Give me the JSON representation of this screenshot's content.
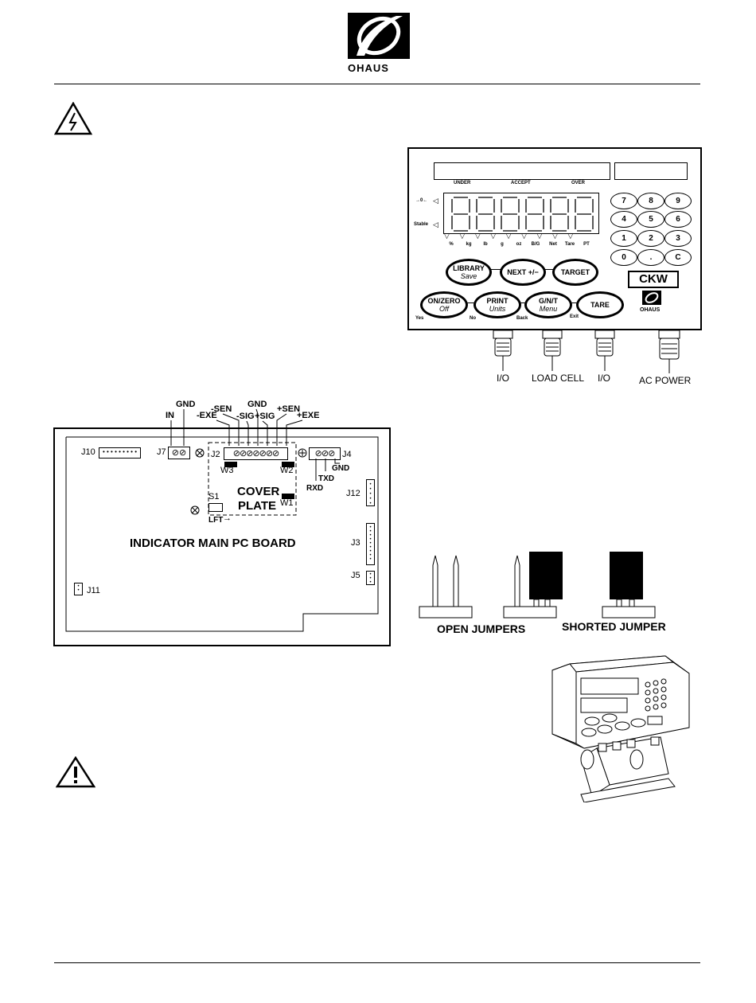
{
  "header": {
    "brand": "OHAUS"
  },
  "panel": {
    "bar_labels": [
      "UNDER",
      "ACCEPT",
      "OVER"
    ],
    "zero_symbol": "→0←",
    "stable_label": "Stable",
    "units": [
      "%",
      "kg",
      "lb",
      "g",
      "oz",
      "B/G",
      "Net",
      "Tare",
      "PT"
    ],
    "keypad": [
      "7",
      "8",
      "9",
      "4",
      "5",
      "6",
      "1",
      "2",
      "3",
      "0",
      ".",
      "C"
    ],
    "buttons": {
      "library": "LIBRARY",
      "library_sub": "Save",
      "next": "NEXT +/−",
      "target": "TARGET",
      "onzero": "ON/ZERO",
      "onzero_sub": "Off",
      "print": "PRINT",
      "print_sub": "Units",
      "gnt": "G/N/T",
      "gnt_sub": "Menu",
      "tare": "TARE"
    },
    "sublabels": {
      "yes": "Yes",
      "no": "No",
      "back": "Back",
      "exit": "Exit"
    },
    "ckw_logo": "CKW",
    "brand_small": "OHAUS",
    "connectors": {
      "io_left": "I/O",
      "load_cell": "LOAD CELL",
      "io_right": "I/O",
      "ac_power": "AC POWER"
    }
  },
  "board": {
    "pin_labels": {
      "in": "IN",
      "gnd_j7": "GND",
      "exe_minus": "-EXE",
      "sen_minus": "-SEN",
      "sig_minus": "-SIG",
      "gnd_j2": "GND",
      "sig_plus": "+SIG",
      "sen_plus": "+SEN",
      "exe_plus": "+EXE"
    },
    "connectors": {
      "j10": "J10",
      "j7": "J7",
      "j2": "J2",
      "j4": "J4",
      "j12": "J12",
      "j3": "J3",
      "j5": "J5",
      "j11": "J11"
    },
    "w3": "W3",
    "w2": "W2",
    "w1": "W1",
    "s1": "S1",
    "lft": "LFT",
    "j4_labels": {
      "rxd": "RXD",
      "txd": "TXD",
      "gnd": "GND"
    },
    "cover_plate_line1": "COVER",
    "cover_plate_line2": "PLATE",
    "title": "INDICATOR MAIN PC BOARD"
  },
  "jumpers": {
    "open_label": "OPEN JUMPERS",
    "shorted_label": "SHORTED JUMPER"
  }
}
